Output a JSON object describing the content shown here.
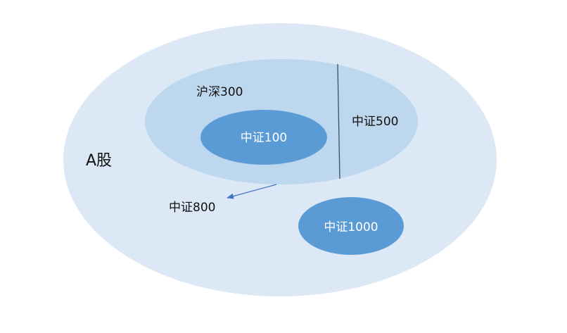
{
  "diagram": {
    "outer_label": "A股",
    "hs300_label": "沪深300",
    "zz500_label": "中证500",
    "zz100_label": "中证100",
    "zz800_label": "中证800",
    "zz1000_label": "中证1000"
  },
  "colors": {
    "outer_fill": "#dce8f5",
    "middle_fill": "#bdd7ee",
    "inner_fill": "#5b9bd5",
    "divider": "#3a4f6b",
    "arrow": "#4472c4",
    "text_dark": "#111111",
    "text_light": "#ffffff"
  }
}
